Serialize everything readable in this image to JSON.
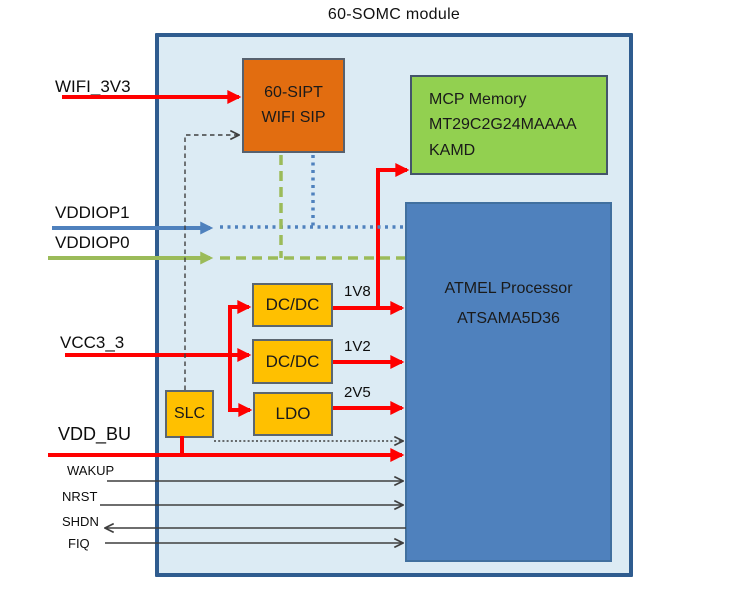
{
  "title": "60-SOMC module",
  "blocks": {
    "wifi": {
      "line1": "60-SIPT",
      "line2": "WIFI SIP"
    },
    "memory": {
      "line1": "MCP Memory",
      "line2": "MT29C2G24MAAAA",
      "line3": "KAMD"
    },
    "processor": {
      "line1": "ATMEL Processor",
      "line2": "ATSAMA5D36"
    },
    "dcdc1": {
      "label": "DC/DC"
    },
    "dcdc2": {
      "label": "DC/DC"
    },
    "ldo": {
      "label": "LDO"
    },
    "slc": {
      "label": "SLC"
    }
  },
  "signals": {
    "wifi_3v3": "WIFI_3V3",
    "vddiop1": "VDDIOP1",
    "vddiop0": "VDDIOP0",
    "vcc3_3": "VCC3_3",
    "vdd_bu": "VDD_BU",
    "wakup": "WAKUP",
    "nrst": "NRST",
    "shdn": "SHDN",
    "fiq": "FIQ"
  },
  "rails": {
    "v1v8": "1V8",
    "v1v2": "1V2",
    "v2v5": "2V5"
  },
  "colors": {
    "module_fill": "#dcebf4",
    "module_border": "#2f5c8f",
    "power_red": "#ff0000",
    "vddiop1_blue": "#4f81bd",
    "vddiop0_green": "#9bbb59",
    "wifi_orange": "#e26d10",
    "memory_green": "#92d050",
    "processor_blue": "#4f81bd",
    "regulator_yellow": "#ffc000",
    "logic_black": "#3f3f3f"
  }
}
